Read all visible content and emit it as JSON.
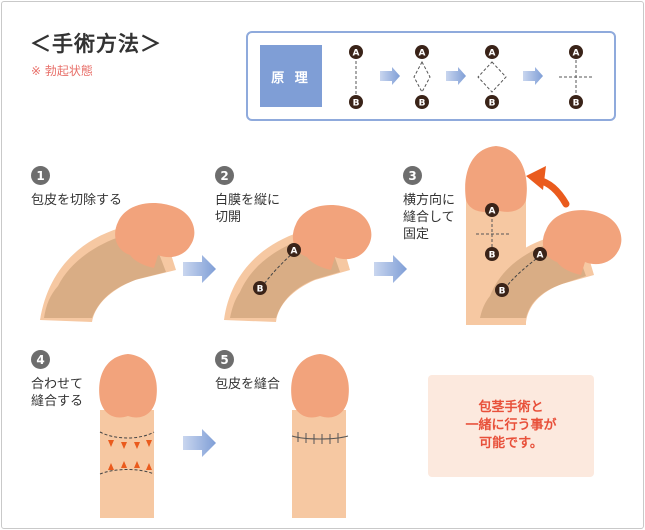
{
  "title": "＜手術方法＞",
  "subtitle": "※ 勃起状態",
  "principle_label": "原 理",
  "marker_a": "A",
  "marker_b": "B",
  "steps": [
    {
      "num": "1",
      "text": "包皮を切除する"
    },
    {
      "num": "2",
      "text": "白膜を縦に\n切開"
    },
    {
      "num": "3",
      "text": "横方向に\n縫合して\n固定"
    },
    {
      "num": "4",
      "text": "合わせて\n縫合する"
    },
    {
      "num": "5",
      "text": "包皮を縫合"
    }
  ],
  "note": "包茎手術と\n一緒に行う事が\n可能です。",
  "colors": {
    "skin": "#f6c8a2",
    "glans": "#f2a37c",
    "foreskin_band": "#d9ad85",
    "arrow_blue": "#8faadc",
    "accent_orange": "#ea5b1d",
    "marker": "#3a2318"
  }
}
